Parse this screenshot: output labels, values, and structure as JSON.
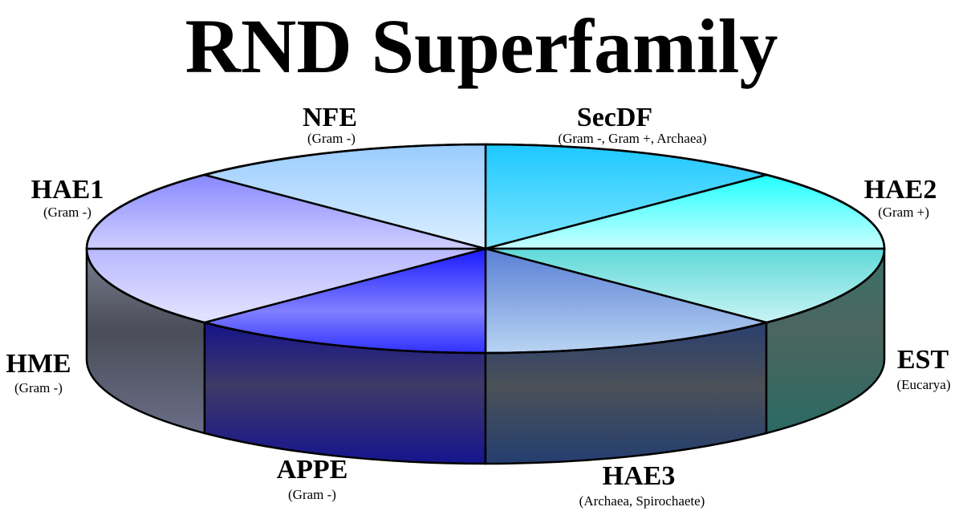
{
  "title": "RND Superfamily",
  "segments": [
    {
      "id": "secdf",
      "name": "SecDF",
      "sub": "(Gram -, Gram +, Archaea)",
      "color": "#22ccff"
    },
    {
      "id": "hae2",
      "name": "HAE2",
      "sub": "(Gram +)",
      "color": "#33ffff"
    },
    {
      "id": "est",
      "name": "EST",
      "sub": "(Eucarya)",
      "color": "#2f6f6a"
    },
    {
      "id": "hae3",
      "name": "HAE3",
      "sub": "(Archaea, Spirochaete)",
      "color": "#3a4a6a"
    },
    {
      "id": "appe",
      "name": "APPE",
      "sub": "(Gram -)",
      "color": "#1a1a9a"
    },
    {
      "id": "hme",
      "name": "HME",
      "sub": "(Gram -)",
      "color": "#55586a"
    },
    {
      "id": "hae1",
      "name": "HAE1",
      "sub": "(Gram -)",
      "color": "#9a9aff"
    },
    {
      "id": "nfe",
      "name": "NFE",
      "sub": "(Gram -)",
      "color": "#a9d6ff"
    }
  ]
}
